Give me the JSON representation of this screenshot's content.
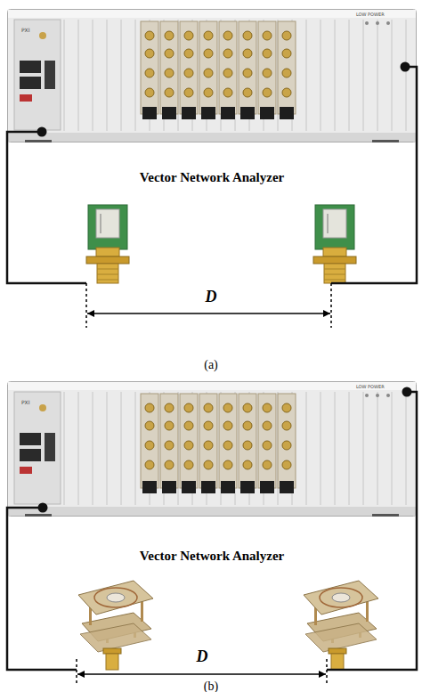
{
  "diagram": {
    "nodes": [
      {
        "text": [
          "PXI",
          "LOW POWER",
          "Vector Network Analyzer"
        ]
      },
      {
        "text": [
          "PXI",
          "LOW POWER",
          "Vector Network Analyzer"
        ]
      }
    ],
    "labels": [
      "D",
      "(a)",
      "D",
      "(b)"
    ]
  }
}
